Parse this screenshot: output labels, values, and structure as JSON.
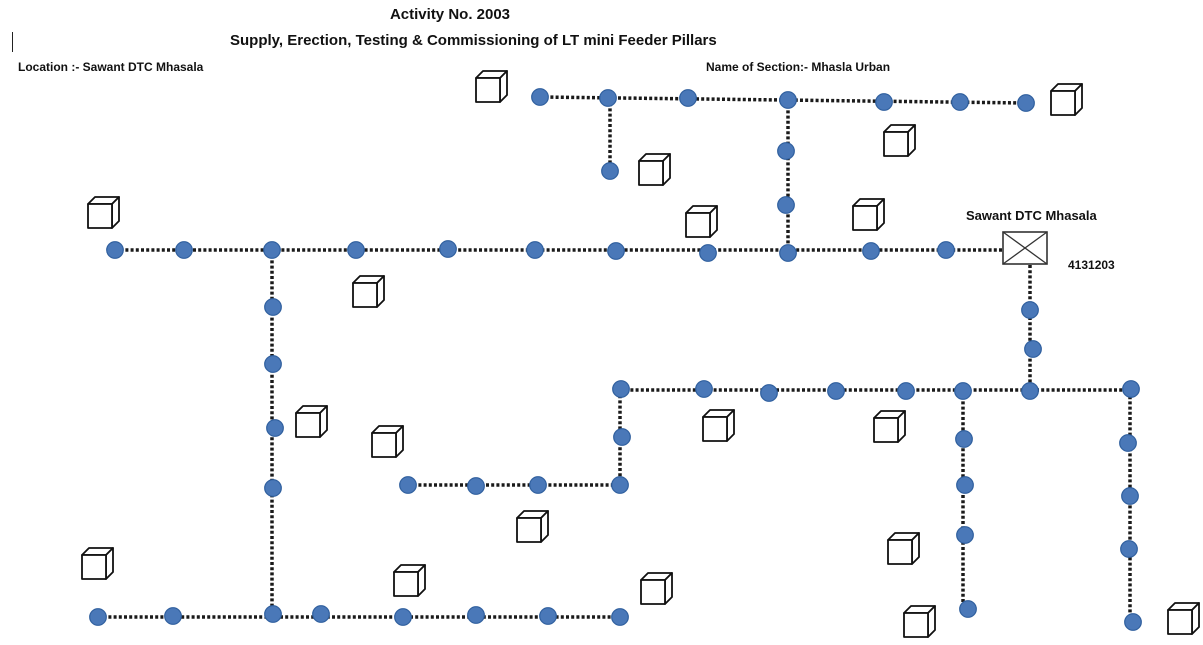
{
  "header": {
    "activity": "Activity No. 2003",
    "subtitle": "Supply, Erection, Testing & Commissioning of LT mini Feeder Pillars",
    "location": "Location :-  Sawant DTC Mhasala",
    "section": "Name of Section:- Mhasla Urban"
  },
  "transformer": {
    "name": "Sawant DTC Mhasala",
    "number": "4131203",
    "icon": "transformer-icon"
  },
  "legend_icons": {
    "pole": "pole-node-icon",
    "feeder_pillar": "feeder-pillar-box-icon"
  },
  "colors": {
    "pole_fill": "#4a78b8",
    "pole_stroke": "#2f5f9e",
    "line": "#1a1a1a"
  }
}
